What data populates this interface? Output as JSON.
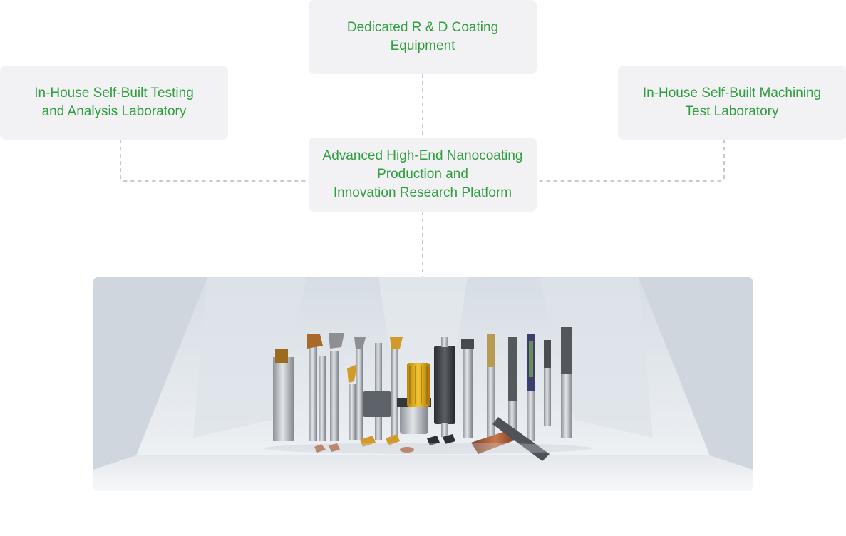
{
  "diagram": {
    "nodes": {
      "top": {
        "lines": [
          "Dedicated R & D Coating",
          "Equipment"
        ]
      },
      "left": {
        "lines": [
          "In-House Self-Built Testing",
          "and Analysis Laboratory"
        ]
      },
      "right": {
        "lines": [
          "In-House Self-Built Machining",
          "Test Laboratory"
        ]
      },
      "center": {
        "lines": [
          "Advanced High-End Nanocoating",
          "Production and",
          "Innovation Research Platform"
        ]
      }
    },
    "colors": {
      "node_text": "#2e9e3f",
      "node_background": "#f2f2f4",
      "connector": "#c9c9cc"
    },
    "image": {
      "subject": "cutting-tools-product-display-icon"
    }
  }
}
